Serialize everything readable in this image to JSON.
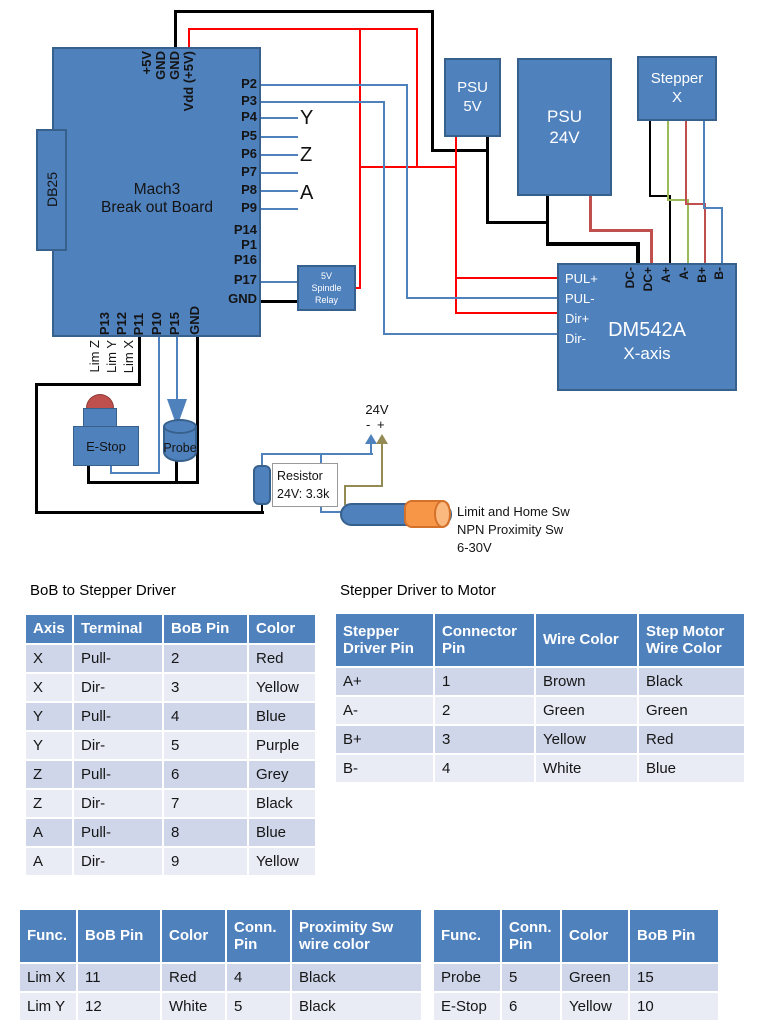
{
  "diagram": {
    "board": {
      "name_line1": "Mach3",
      "name_line2": "Break out Board",
      "connector": "DB25",
      "top_pins": [
        "+5V",
        "GND",
        "GND",
        "Vdd (+5V)"
      ],
      "right_pins": [
        "P2",
        "P3",
        "P4",
        "P5",
        "P6",
        "P7",
        "P8",
        "P9",
        "P14",
        "P1",
        "P16",
        "P17",
        "GND"
      ],
      "bottom_pins": [
        "P13",
        "P12",
        "P11",
        "P10",
        "P15",
        "GND"
      ],
      "axis_group_labels": [
        "Y",
        "Z",
        "A"
      ],
      "limit_labels": [
        "Lim Z",
        "Lim Y",
        "Lim X"
      ]
    },
    "psu5": {
      "line1": "PSU",
      "line2": "5V"
    },
    "psu24": {
      "line1": "PSU",
      "line2": "24V"
    },
    "stepper_x": {
      "line1": "Stepper",
      "line2": "X"
    },
    "relay": {
      "line1": "5V",
      "line2": "Spindle",
      "line3": "Relay"
    },
    "driver": {
      "model": "DM542A",
      "axis": "X-axis",
      "left_pins": [
        "PUL+",
        "PUL-",
        "Dir+",
        "Dir-"
      ],
      "top_pins": [
        "DC-",
        "DC+",
        "A+",
        "A-",
        "B+",
        "B-"
      ]
    },
    "estop": {
      "label": "E-Stop"
    },
    "probe": {
      "label": "Probe"
    },
    "resistor": {
      "line1": "Resistor",
      "line2": "24V: 3.3k"
    },
    "supply24": {
      "label": "24V",
      "minus": "-",
      "plus": "+"
    },
    "sensor": {
      "caption_line1": "Limit and Home Sw",
      "caption_line2": "NPN Proximity Sw",
      "caption_line3": "6-30V"
    }
  },
  "tables": {
    "bob_to_driver": {
      "title": "BoB to Stepper Driver",
      "headers": [
        "Axis",
        "Terminal",
        "BoB Pin",
        "Color"
      ],
      "rows": [
        [
          "X",
          "Pull-",
          "2",
          "Red"
        ],
        [
          "X",
          "Dir-",
          "3",
          "Yellow"
        ],
        [
          "Y",
          "Pull-",
          "4",
          "Blue"
        ],
        [
          "Y",
          "Dir-",
          "5",
          "Purple"
        ],
        [
          "Z",
          "Pull-",
          "6",
          "Grey"
        ],
        [
          "Z",
          "Dir-",
          "7",
          "Black"
        ],
        [
          "A",
          "Pull-",
          "8",
          "Blue"
        ],
        [
          "A",
          "Dir-",
          "9",
          "Yellow"
        ]
      ]
    },
    "driver_to_motor": {
      "title": "Stepper Driver to Motor",
      "headers": [
        "Stepper Driver Pin",
        "Connector Pin",
        "Wire  Color",
        "Step Motor Wire Color"
      ],
      "rows": [
        [
          "A+",
          "1",
          "Brown",
          "Black"
        ],
        [
          "A-",
          "2",
          "Green",
          "Green"
        ],
        [
          "B+",
          "3",
          "Yellow",
          "Red"
        ],
        [
          "B-",
          "4",
          "White",
          "Blue"
        ]
      ]
    },
    "limit_switches": {
      "headers": [
        "Func.",
        "BoB Pin",
        "Color",
        "Conn. Pin",
        "Proximity Sw wire color"
      ],
      "rows": [
        [
          "Lim X",
          "11",
          "Red",
          "4",
          "Black"
        ],
        [
          "Lim Y",
          "12",
          "White",
          "5",
          "Black"
        ]
      ]
    },
    "probe_estop": {
      "headers": [
        "Func.",
        "Conn. Pin",
        "Color",
        "BoB Pin"
      ],
      "rows": [
        [
          "Probe",
          "5",
          "Green",
          "15"
        ],
        [
          "E-Stop",
          "6",
          "Yellow",
          "10"
        ]
      ]
    }
  },
  "colors": {
    "box-blue": "#4F81BD",
    "box-border": "#38608C",
    "wire-red": "#FE0000",
    "wire-black": "#000000",
    "wire-brick": "#C0504D",
    "wire-green": "#9BBB59",
    "wire-blue": "#4F81BD",
    "wire-olive": "#948A54",
    "sensor-orange": "#F79646",
    "sensor-orange-border": "#D4722C",
    "table-header": "#4F81BD",
    "row-dark": "#CFD6E9",
    "row-light": "#E9EBF5",
    "estop-red": "#C0504D"
  }
}
